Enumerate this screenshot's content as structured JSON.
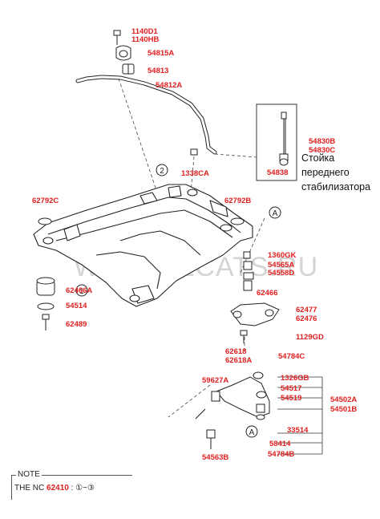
{
  "labels": {
    "p11400d1": "1140D1",
    "p1140hb": "1140HB",
    "p54815a": "54815A",
    "p54813": "54813",
    "p54812a": "54812A",
    "p54830b": "54830B",
    "p54830c": "54830C",
    "p54838": "54838",
    "p1338ca": "1338CA",
    "p62792c": "62792C",
    "p62792b": "62792B",
    "p1360gk": "1360GK",
    "p54565a": "54565A",
    "p54558d": "54558D",
    "p62466": "62466",
    "p62466a": "62466A",
    "p54514": "54514",
    "p62489": "62489",
    "p62477": "62477",
    "p62476": "62476",
    "p1129gd": "1129GD",
    "p62618": "62618",
    "p62618a": "62618A",
    "p54784c": "54784C",
    "p59627a": "59627A",
    "p1326gb": "1326GB",
    "p54517": "54517",
    "p54519": "54519",
    "p54502a": "54502A",
    "p54501b": "54501B",
    "p33514": "33514",
    "p58414": "58414",
    "p54563b": "54563B",
    "p54784b": "54784B"
  },
  "callouts": {
    "c2": "2",
    "c1": "1",
    "cA1": "A",
    "cA2": "A"
  },
  "annotation_ru": [
    "Стойка",
    "переднего",
    "стабилизатора"
  ],
  "watermark": "WWW.ELCATS.RU",
  "note": {
    "title": "NOTE",
    "prefix": "THE NC",
    "code": "62410",
    "suffix": " : ①~③"
  }
}
